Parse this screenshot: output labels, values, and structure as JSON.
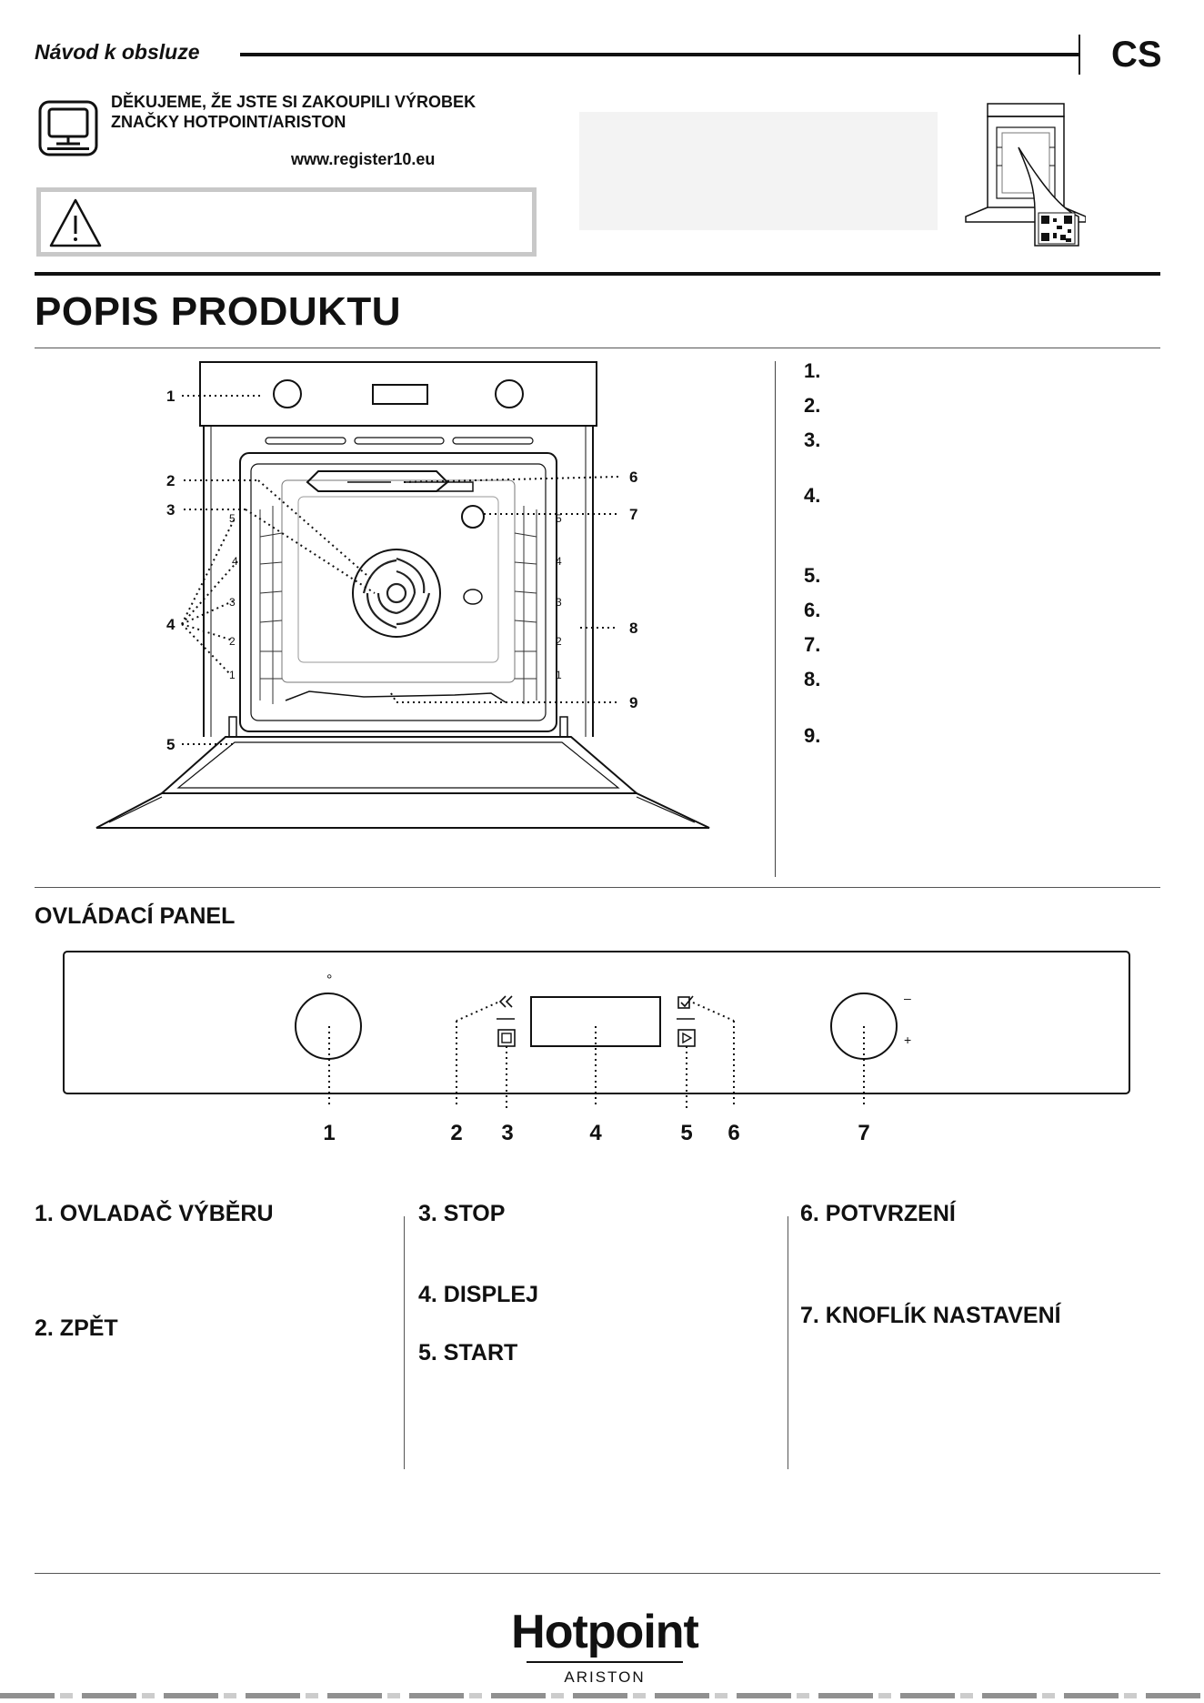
{
  "header": {
    "doc_title": "Návod k obsluze",
    "language_code": "CS",
    "thanks_line1": "DĚKUJEME, ŽE JSTE SI ZAKOUPILI VÝROBEK",
    "thanks_line2": "ZNAČKY HOTPOINT/ARISTON",
    "register_url": "www.register10.eu",
    "icons": [
      "register-monitor-icon",
      "warning-triangle-icon",
      "oven-qr-code-icon"
    ]
  },
  "product_description": {
    "title": "POPIS PRODUKTU",
    "figure_callouts": {
      "left": [
        "1",
        "2",
        "3",
        "4",
        "5"
      ],
      "right": [
        "6",
        "7",
        "8",
        "9"
      ],
      "shelf_levels": [
        "5",
        "4",
        "3",
        "2",
        "1"
      ]
    },
    "legend_numbers": [
      "1.",
      "2.",
      "3.",
      "4.",
      "5.",
      "6.",
      "7.",
      "8.",
      "9."
    ]
  },
  "control_panel": {
    "title": "OVLÁDACÍ PANEL",
    "callouts": [
      "1",
      "2",
      "3",
      "4",
      "5",
      "6",
      "7"
    ],
    "knob_marks": {
      "dot": "°",
      "minus": "–",
      "plus": "+"
    },
    "items": {
      "selection_knob": "1. OVLADAČ VÝBĚRU",
      "back": "2. ZPĚT",
      "stop": "3. STOP",
      "display": "4. DISPLEJ",
      "start": "5. START",
      "confirm": "6. POTVRZENÍ",
      "adjust_knob": "7. KNOFLÍK NASTAVENÍ"
    }
  },
  "footer": {
    "brand": "Hotpoint",
    "brand_sub": "ARISTON"
  }
}
